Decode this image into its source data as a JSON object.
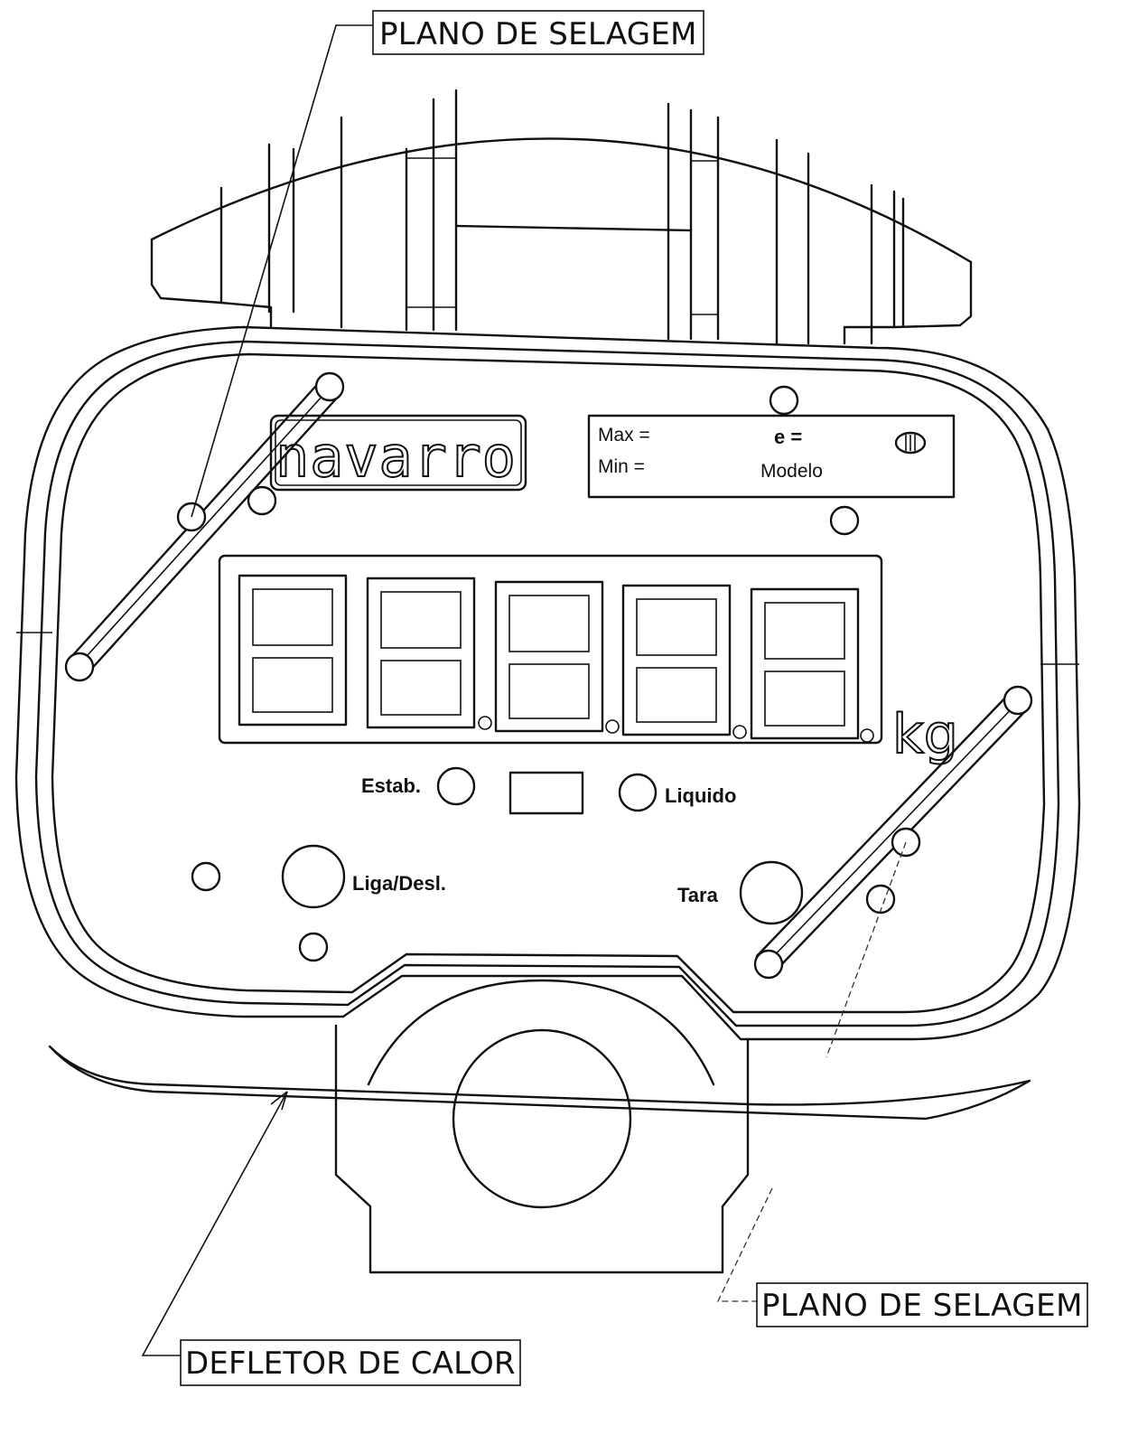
{
  "labels": {
    "top_right_callout": "PLANO DE SELAGEM",
    "bottom_right_callout": "PLANO DE SELAGEM",
    "bottom_left_callout": "DEFLETOR DE CALOR"
  },
  "panel": {
    "brand": "navarro",
    "unit": "kg",
    "plate": {
      "max": "Max =",
      "min": "Min =",
      "e": "e =",
      "modelo": "Modelo"
    },
    "indicators": {
      "estab": "Estab.",
      "liquido": "Liquido"
    },
    "buttons": {
      "liga_desl": "Liga/Desl.",
      "tara": "Tara"
    }
  },
  "display": {
    "digit_count": 5
  }
}
